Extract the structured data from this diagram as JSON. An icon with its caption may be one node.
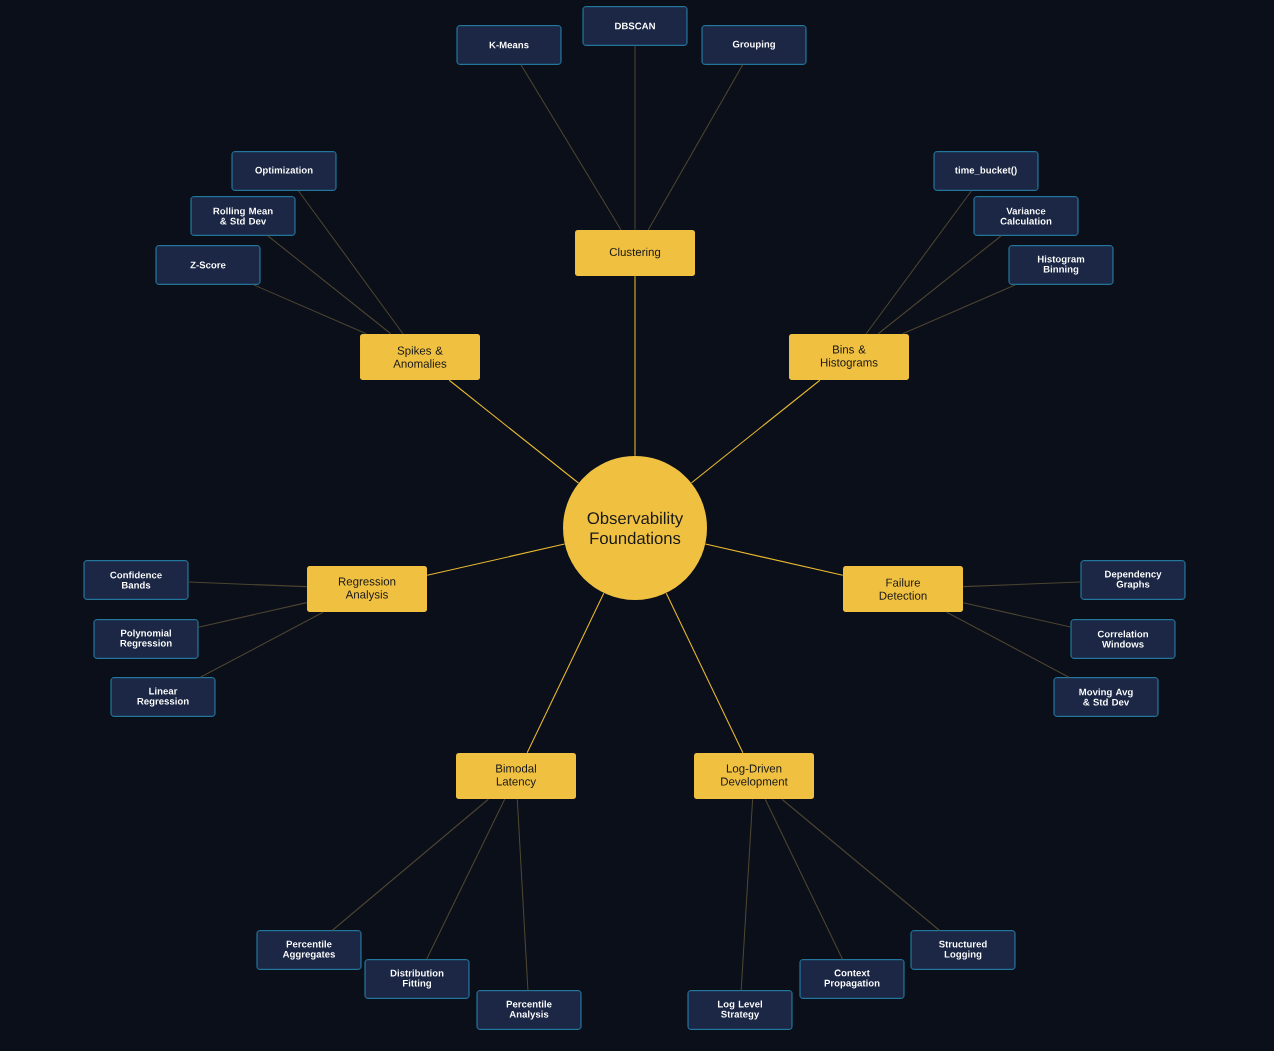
{
  "diagram": {
    "nodes": [
      {
        "text": [
          "Observability Foundations"
        ]
      },
      {
        "text": [
          "Clustering"
        ]
      },
      {
        "text": [
          "Spikes & Anomalies"
        ]
      },
      {
        "text": [
          "Bins & Histograms"
        ]
      },
      {
        "text": [
          "Regression Analysis"
        ]
      },
      {
        "text": [
          "Failure Detection"
        ]
      },
      {
        "text": [
          "Bimodal Latency"
        ]
      },
      {
        "text": [
          "Log-Driven Development"
        ]
      },
      {
        "text": [
          "K-Means"
        ]
      },
      {
        "text": [
          "DBSCAN"
        ]
      },
      {
        "text": [
          "Grouping"
        ]
      },
      {
        "text": [
          "Optimization"
        ]
      },
      {
        "text": [
          "Rolling Mean & Std Dev"
        ]
      },
      {
        "text": [
          "Z-Score"
        ]
      },
      {
        "text": [
          "time_bucket()"
        ]
      },
      {
        "text": [
          "Variance Calculation"
        ]
      },
      {
        "text": [
          "Histogram Binning"
        ]
      },
      {
        "text": [
          "Confidence Bands"
        ]
      },
      {
        "text": [
          "Polynomial Regression"
        ]
      },
      {
        "text": [
          "Linear Regression"
        ]
      },
      {
        "text": [
          "Dependency Graphs"
        ]
      },
      {
        "text": [
          "Correlation Windows"
        ]
      },
      {
        "text": [
          "Moving Avg & Std Dev"
        ]
      },
      {
        "text": [
          "Percentile Aggregates"
        ]
      },
      {
        "text": [
          "Distribution Fitting"
        ]
      },
      {
        "text": [
          "Percentile Analysis"
        ]
      },
      {
        "text": [
          "Structured Logging"
        ]
      },
      {
        "text": [
          "Context Propagation"
        ]
      },
      {
        "text": [
          "Log Level Strategy"
        ]
      }
    ],
    "edges": [
      {
        "from": 0,
        "to": 1,
        "arrow": "none",
        "color": "#e8b830"
      },
      {
        "from": 0,
        "to": 2,
        "arrow": "none",
        "color": "#e8b830"
      },
      {
        "from": 0,
        "to": 3,
        "arrow": "none",
        "color": "#e8b830"
      },
      {
        "from": 0,
        "to": 4,
        "arrow": "none",
        "color": "#e8b830"
      },
      {
        "from": 0,
        "to": 5,
        "arrow": "none",
        "color": "#e8b830"
      },
      {
        "from": 0,
        "to": 6,
        "arrow": "none",
        "color": "#e8b830"
      },
      {
        "from": 0,
        "to": 7,
        "arrow": "none",
        "color": "#e8b830"
      },
      {
        "from": 1,
        "to": 8,
        "arrow": "none"
      },
      {
        "from": 1,
        "to": 9,
        "arrow": "none"
      },
      {
        "from": 1,
        "to": 10,
        "arrow": "none"
      },
      {
        "from": 2,
        "to": 11,
        "arrow": "none"
      },
      {
        "from": 2,
        "to": 12,
        "arrow": "none"
      },
      {
        "from": 2,
        "to": 13,
        "arrow": "none"
      },
      {
        "from": 3,
        "to": 14,
        "arrow": "none"
      },
      {
        "from": 3,
        "to": 15,
        "arrow": "none"
      },
      {
        "from": 3,
        "to": 16,
        "arrow": "none"
      },
      {
        "from": 4,
        "to": 17,
        "arrow": "none"
      },
      {
        "from": 4,
        "to": 18,
        "arrow": "none"
      },
      {
        "from": 4,
        "to": 19,
        "arrow": "none"
      },
      {
        "from": 5,
        "to": 20,
        "arrow": "none"
      },
      {
        "from": 5,
        "to": 21,
        "arrow": "none"
      },
      {
        "from": 5,
        "to": 22,
        "arrow": "none"
      },
      {
        "from": 6,
        "to": 23,
        "arrow": "none"
      },
      {
        "from": 6,
        "to": 24,
        "arrow": "none"
      },
      {
        "from": 6,
        "to": 25,
        "arrow": "none"
      },
      {
        "from": 7,
        "to": 26,
        "arrow": "none"
      },
      {
        "from": 7,
        "to": 27,
        "arrow": "none"
      },
      {
        "from": 7,
        "to": 28,
        "arrow": "none"
      }
    ]
  }
}
